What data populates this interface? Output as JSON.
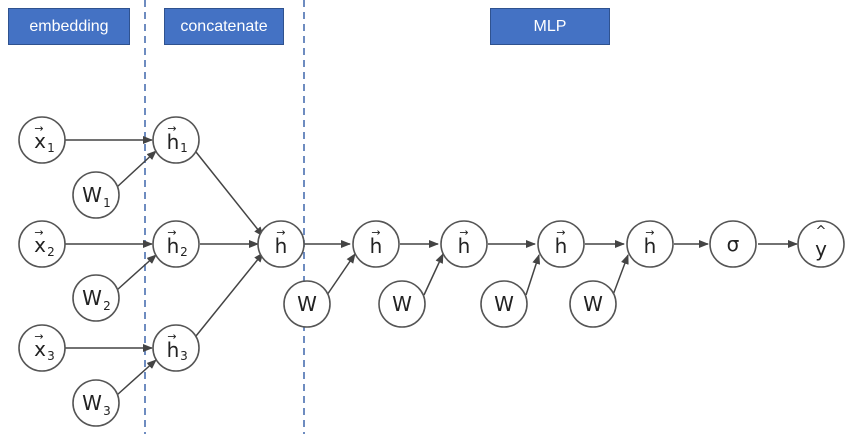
{
  "sections": {
    "embedding": "embedding",
    "concatenate": "concatenate",
    "mlp": "MLP"
  },
  "nodes": {
    "x1": {
      "base": "x",
      "sub": "1",
      "accent": "→"
    },
    "x2": {
      "base": "x",
      "sub": "2",
      "accent": "→"
    },
    "x3": {
      "base": "x",
      "sub": "3",
      "accent": "→"
    },
    "w1": {
      "base": "W",
      "sub": "1"
    },
    "w2": {
      "base": "W",
      "sub": "2"
    },
    "w3": {
      "base": "W",
      "sub": "3"
    },
    "h1": {
      "base": "h",
      "sub": "1",
      "accent": "→"
    },
    "h2": {
      "base": "h",
      "sub": "2",
      "accent": "→"
    },
    "h3": {
      "base": "h",
      "sub": "3",
      "accent": "→"
    },
    "h": {
      "base": "h",
      "accent": "→"
    },
    "mlp_h": {
      "base": "h",
      "accent": "→"
    },
    "mlp_w": {
      "base": "W"
    },
    "sigma": {
      "base": "σ"
    },
    "y_hat": {
      "base": "y",
      "accent": "^"
    }
  },
  "colors": {
    "label_fill": "#4472c4",
    "label_text": "#ffffff",
    "divider": "#4a6fb0",
    "node_stroke": "#555555",
    "edge": "#444444"
  }
}
